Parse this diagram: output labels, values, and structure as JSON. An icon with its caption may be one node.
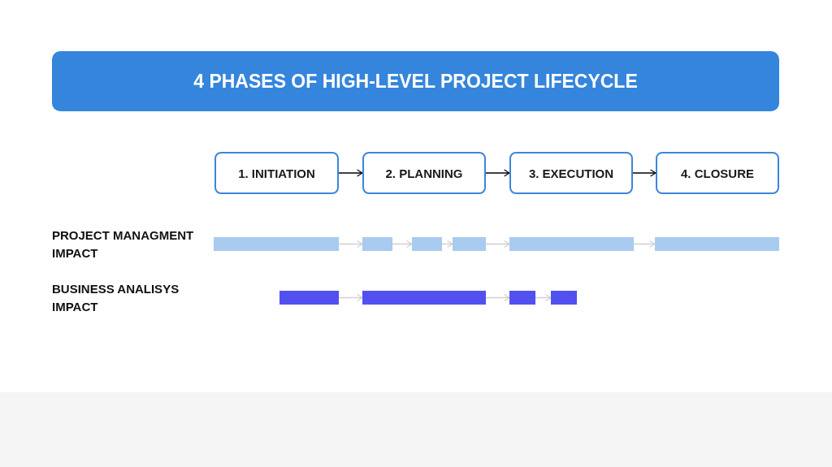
{
  "diagram": {
    "title": "4 PHASES OF HIGH-LEVEL PROJECT LIFECYCLE",
    "nodes": [
      {
        "text": [
          "1. INITIATION"
        ]
      },
      {
        "text": [
          "2. PLANNING"
        ]
      },
      {
        "text": [
          "3. EXECUTION"
        ]
      },
      {
        "text": [
          "4. CLOSURE"
        ]
      },
      {
        "text": [],
        "shape": "bar"
      },
      {
        "text": [],
        "shape": "bar"
      },
      {
        "text": [],
        "shape": "bar"
      },
      {
        "text": [],
        "shape": "bar"
      },
      {
        "text": [],
        "shape": "bar"
      },
      {
        "text": [],
        "shape": "bar"
      },
      {
        "text": [],
        "shape": "bar"
      },
      {
        "text": [],
        "shape": "bar"
      },
      {
        "text": [],
        "shape": "bar"
      },
      {
        "text": [],
        "shape": "bar"
      }
    ],
    "edges": [
      {
        "from": 0,
        "to": 1,
        "arrow": "to",
        "color": "#000000"
      },
      {
        "from": 1,
        "to": 2,
        "arrow": "to",
        "color": "#000000"
      },
      {
        "from": 2,
        "to": 3,
        "arrow": "to",
        "color": "#000000"
      },
      {
        "from": 4,
        "to": 5,
        "arrow": "to"
      },
      {
        "from": 5,
        "to": 6,
        "arrow": "to"
      },
      {
        "from": 6,
        "to": 7,
        "arrow": "to"
      },
      {
        "from": 7,
        "to": 8,
        "arrow": "to"
      },
      {
        "from": 8,
        "to": 9,
        "arrow": "to"
      },
      {
        "from": 10,
        "to": 11,
        "arrow": "to"
      },
      {
        "from": 11,
        "to": 12,
        "arrow": "to"
      },
      {
        "from": 12,
        "to": 13,
        "arrow": "to"
      }
    ],
    "labels": [
      "PROJECT MANAGMENT IMPACT",
      "BUSINESS ANALISYS IMPACT"
    ]
  }
}
